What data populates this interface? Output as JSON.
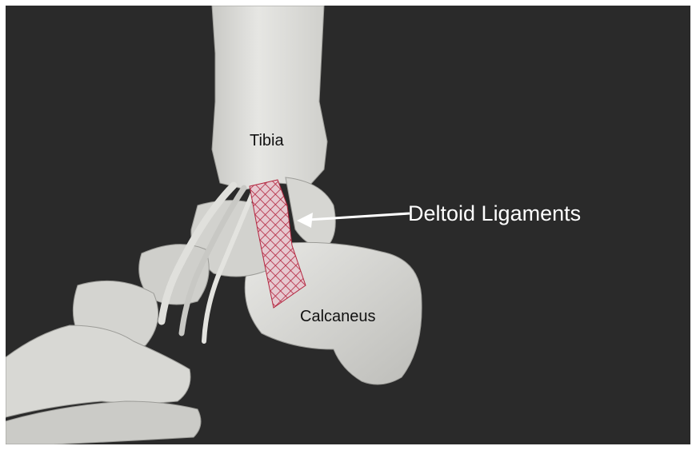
{
  "labels": {
    "tibia": "Tibia",
    "calcaneus": "Calcaneus",
    "deltoid": "Deltoid Ligaments"
  },
  "colors": {
    "background": "#2a2a2a",
    "bone": "#d9d9d6",
    "ligament_hatch": "#b3263f",
    "arrow": "#ffffff"
  }
}
